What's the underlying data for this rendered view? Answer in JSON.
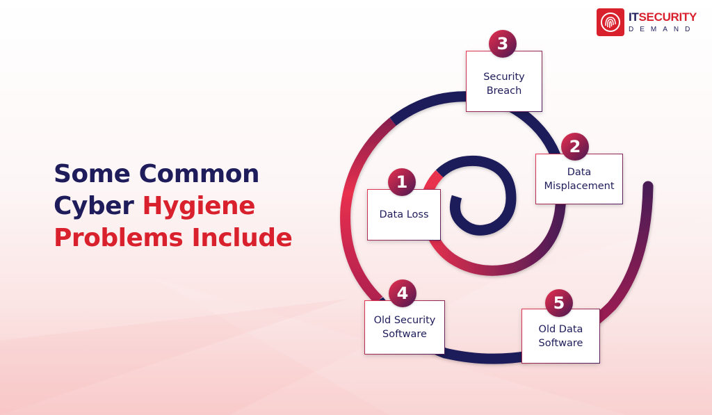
{
  "logo": {
    "line1_part1": "IT",
    "line1_part2": "SECURITY",
    "line2": "DEMAND",
    "icon": "fingerprint-icon"
  },
  "title": {
    "line1": "Some Common",
    "line2_part1": "Cyber ",
    "line2_part2": "Hygiene",
    "line3": "Problems Include"
  },
  "colors": {
    "navy": "#1e1c5a",
    "red": "#d9202d",
    "gradient_start": "#e8304e",
    "gradient_end": "#4a1a55"
  },
  "steps": [
    {
      "number": "1",
      "label": "Data Loss"
    },
    {
      "number": "2",
      "label": "Data\nMisplacement"
    },
    {
      "number": "3",
      "label": "Security\nBreach"
    },
    {
      "number": "4",
      "label": "Old Security\nSoftware"
    },
    {
      "number": "5",
      "label": "Old Data\nSoftware"
    }
  ]
}
